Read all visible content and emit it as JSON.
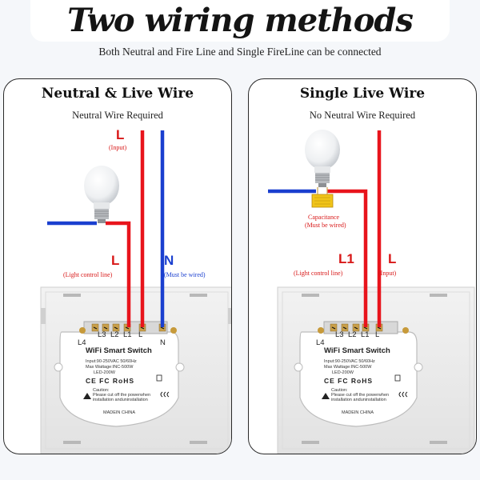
{
  "header": {
    "title": "Two wiring methods",
    "subtitle": "Both Neutral and Fire Line and Single FireLine can be connected"
  },
  "panels": [
    {
      "title": "Neutral & Live Wire",
      "subtitle": "Neutral Wire Required",
      "live_top_label": "L",
      "live_top_note": "(Input)",
      "live_mid_label": "L",
      "light_control_note": "(Light control line)",
      "neutral_label": "N",
      "neutral_note": "(Must be wired)",
      "terminals": [
        "L4",
        "L3",
        "L2",
        "L1",
        "L",
        "N"
      ],
      "device": {
        "name": "WiFi Smart Switch",
        "spec_lines": [
          "Input:90-250VAC 50/60Hz",
          "Max Wattage:INC-500W",
          "LED-200W"
        ],
        "cert": "CE FC RoHS",
        "caution_lines": [
          "Caution:",
          "Please cut off the powerwhen",
          "installation anduninstallation"
        ],
        "made": "MADEIN CHINA"
      }
    },
    {
      "title": "Single Live Wire",
      "subtitle": "No Neutral Wire Required",
      "capacitance_label": "Capacitance",
      "capacitance_note": "(Must be wired)",
      "l1_label": "L1",
      "l_label": "L",
      "light_control_note": "(Light control line)",
      "input_note": "(Input)",
      "terminals": [
        "L4",
        "L3",
        "L2",
        "L1",
        "L"
      ],
      "device": {
        "name": "WiFi Smart Switch",
        "spec_lines": [
          "Input:90-250VAC 50/60Hz",
          "Max Wattage:INC-500W",
          "LED-200W"
        ],
        "cert": "CE FC RoHS",
        "caution_lines": [
          "Caution:",
          "Please cut off the powerwhen",
          "installation anduninstallation"
        ],
        "made": "MADEIN CHINA"
      }
    }
  ],
  "colors": {
    "live_wire": "#e8141c",
    "neutral_wire": "#1a3fcf",
    "label_red": "#d81818"
  }
}
